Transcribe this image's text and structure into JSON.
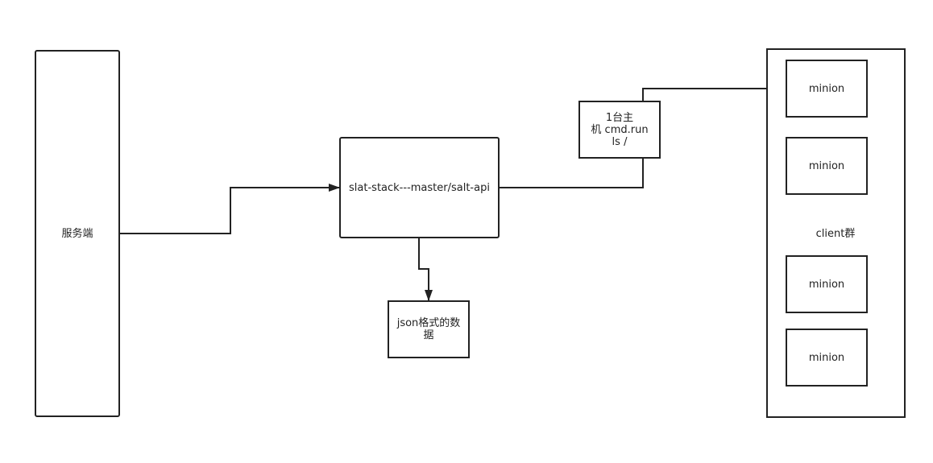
{
  "nodes": {
    "server": "服务端",
    "master": "slat-stack---master/salt-api",
    "json_data": "json格式的数\n据",
    "command": "1台主\n机   cmd.run\nls /",
    "client_group": "client群",
    "minions": [
      "minion",
      "minion",
      "minion",
      "minion"
    ]
  },
  "colors": {
    "stroke": "#222222",
    "background": "#ffffff"
  }
}
